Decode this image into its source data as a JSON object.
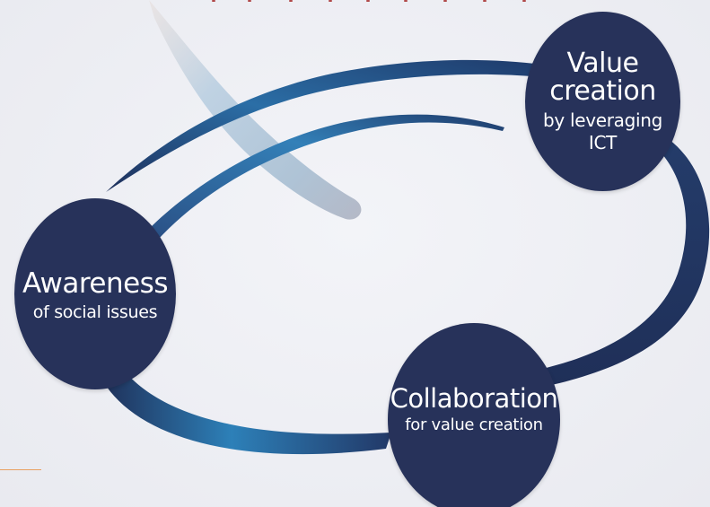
{
  "nodes": {
    "value_creation": {
      "title_line1": "Value",
      "title_line2": "creation",
      "sub_line1": "by leveraging",
      "sub_line2": "ICT"
    },
    "awareness": {
      "title": "Awareness",
      "sub": "of social issues"
    },
    "collaboration": {
      "title": "Collaboration",
      "sub": "for value creation"
    }
  },
  "colors": {
    "node_fill": "#27325a",
    "arc_dark": "#1f3a6a",
    "arc_light": "#2f7fb8",
    "accent_orange": "#e9a060",
    "accent_red": "#b04848"
  }
}
